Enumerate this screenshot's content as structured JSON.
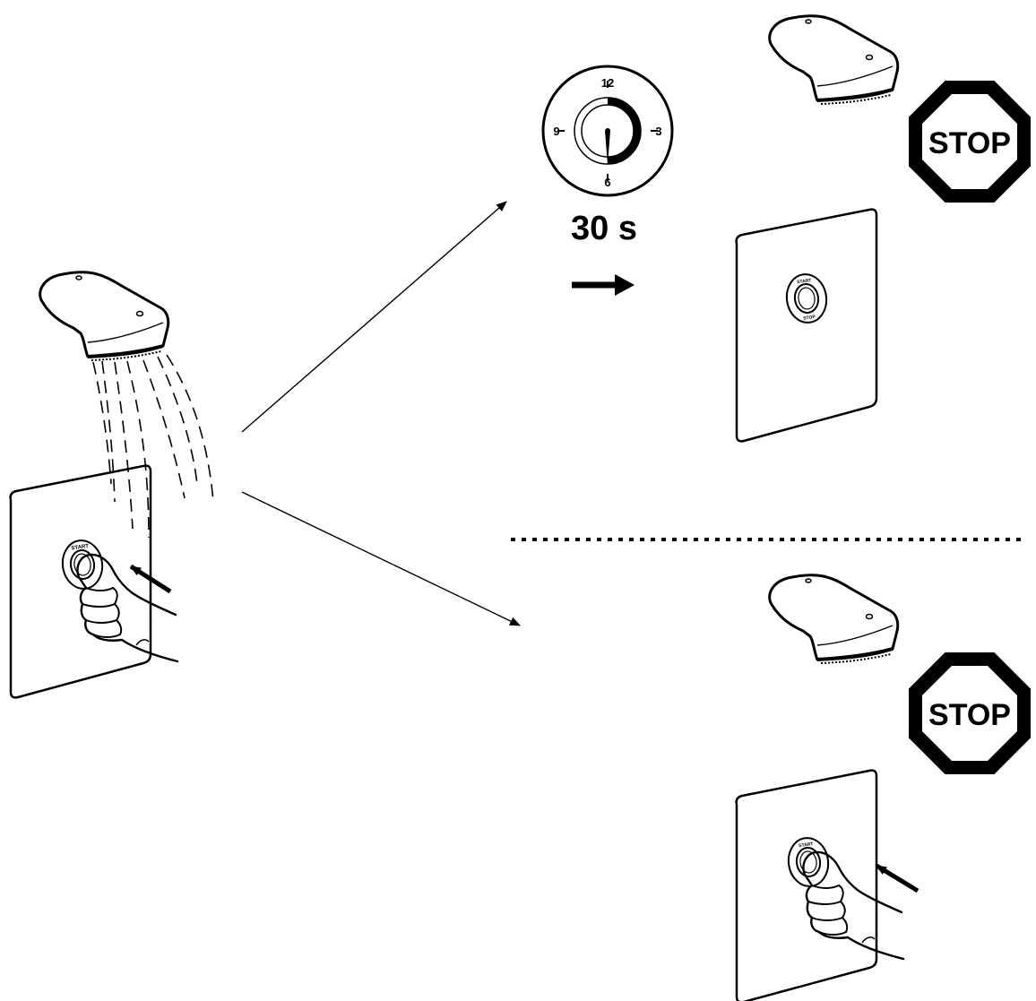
{
  "timer": {
    "duration_label": "30 s",
    "dial_numbers": {
      "twelve": "12",
      "three": "3",
      "six": "6",
      "nine": "9"
    },
    "elapsed_fraction": 0.5
  },
  "stop_signs": {
    "upper": "STOP",
    "lower": "STOP"
  },
  "buttons": {
    "start_label": "START",
    "stop_label": "STOP"
  },
  "colors": {
    "ink": "#000000",
    "paper": "#ffffff"
  },
  "icons": [
    "shower-head-icon",
    "push-button-icon",
    "hand-icon",
    "timer-icon",
    "stop-sign-icon",
    "arrow-icon"
  ]
}
